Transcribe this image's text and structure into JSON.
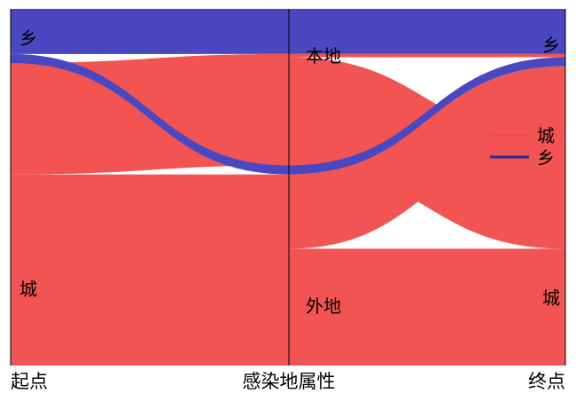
{
  "chart_data": {
    "type": "parallel-sets",
    "axes": [
      "起点",
      "感染地属性",
      "终点"
    ],
    "axis_categories": [
      [
        "乡",
        "城"
      ],
      [
        "本地",
        "外地"
      ],
      [
        "乡",
        "城"
      ]
    ],
    "legend": {
      "placement": "right",
      "entries": [
        {
          "name": "城",
          "color": "#ff4444"
        },
        {
          "name": "乡",
          "color": "#3333bb"
        }
      ]
    },
    "colors": {
      "城": "#f25454",
      "乡": "#4a48c0",
      "overlap": "#ff1a1a",
      "axis": "#000000"
    },
    "links": [
      {
        "from_axis": 0,
        "from": "乡",
        "to_axis": 1,
        "to": "本地",
        "series": "乡",
        "value": 8.5
      },
      {
        "from_axis": 0,
        "from": "乡",
        "to_axis": 1,
        "to": "外地",
        "series": "乡",
        "value": 1.7
      },
      {
        "from_axis": 0,
        "from": "城",
        "to_axis": 1,
        "to": "本地",
        "series": "城",
        "value": 21.0
      },
      {
        "from_axis": 0,
        "from": "城",
        "to_axis": 1,
        "to": "外地",
        "series": "城",
        "value": 36.0
      },
      {
        "from_axis": 1,
        "from": "本地",
        "to_axis": 2,
        "to": "乡",
        "series": "乡",
        "value": 8.5
      },
      {
        "from_axis": 1,
        "from": "本地",
        "to_axis": 2,
        "to": "乡",
        "series": "城",
        "value": 0.6
      },
      {
        "from_axis": 1,
        "from": "本地",
        "to_axis": 2,
        "to": "城",
        "series": "城",
        "value": 20.4
      },
      {
        "from_axis": 1,
        "from": "外地",
        "to_axis": 2,
        "to": "乡",
        "series": "乡",
        "value": 1.7
      },
      {
        "from_axis": 1,
        "from": "外地",
        "to_axis": 2,
        "to": "乡",
        "series": "城",
        "value": 14.0
      },
      {
        "from_axis": 1,
        "from": "外地",
        "to_axis": 2,
        "to": "城",
        "series": "城",
        "value": 22.0
      }
    ]
  }
}
